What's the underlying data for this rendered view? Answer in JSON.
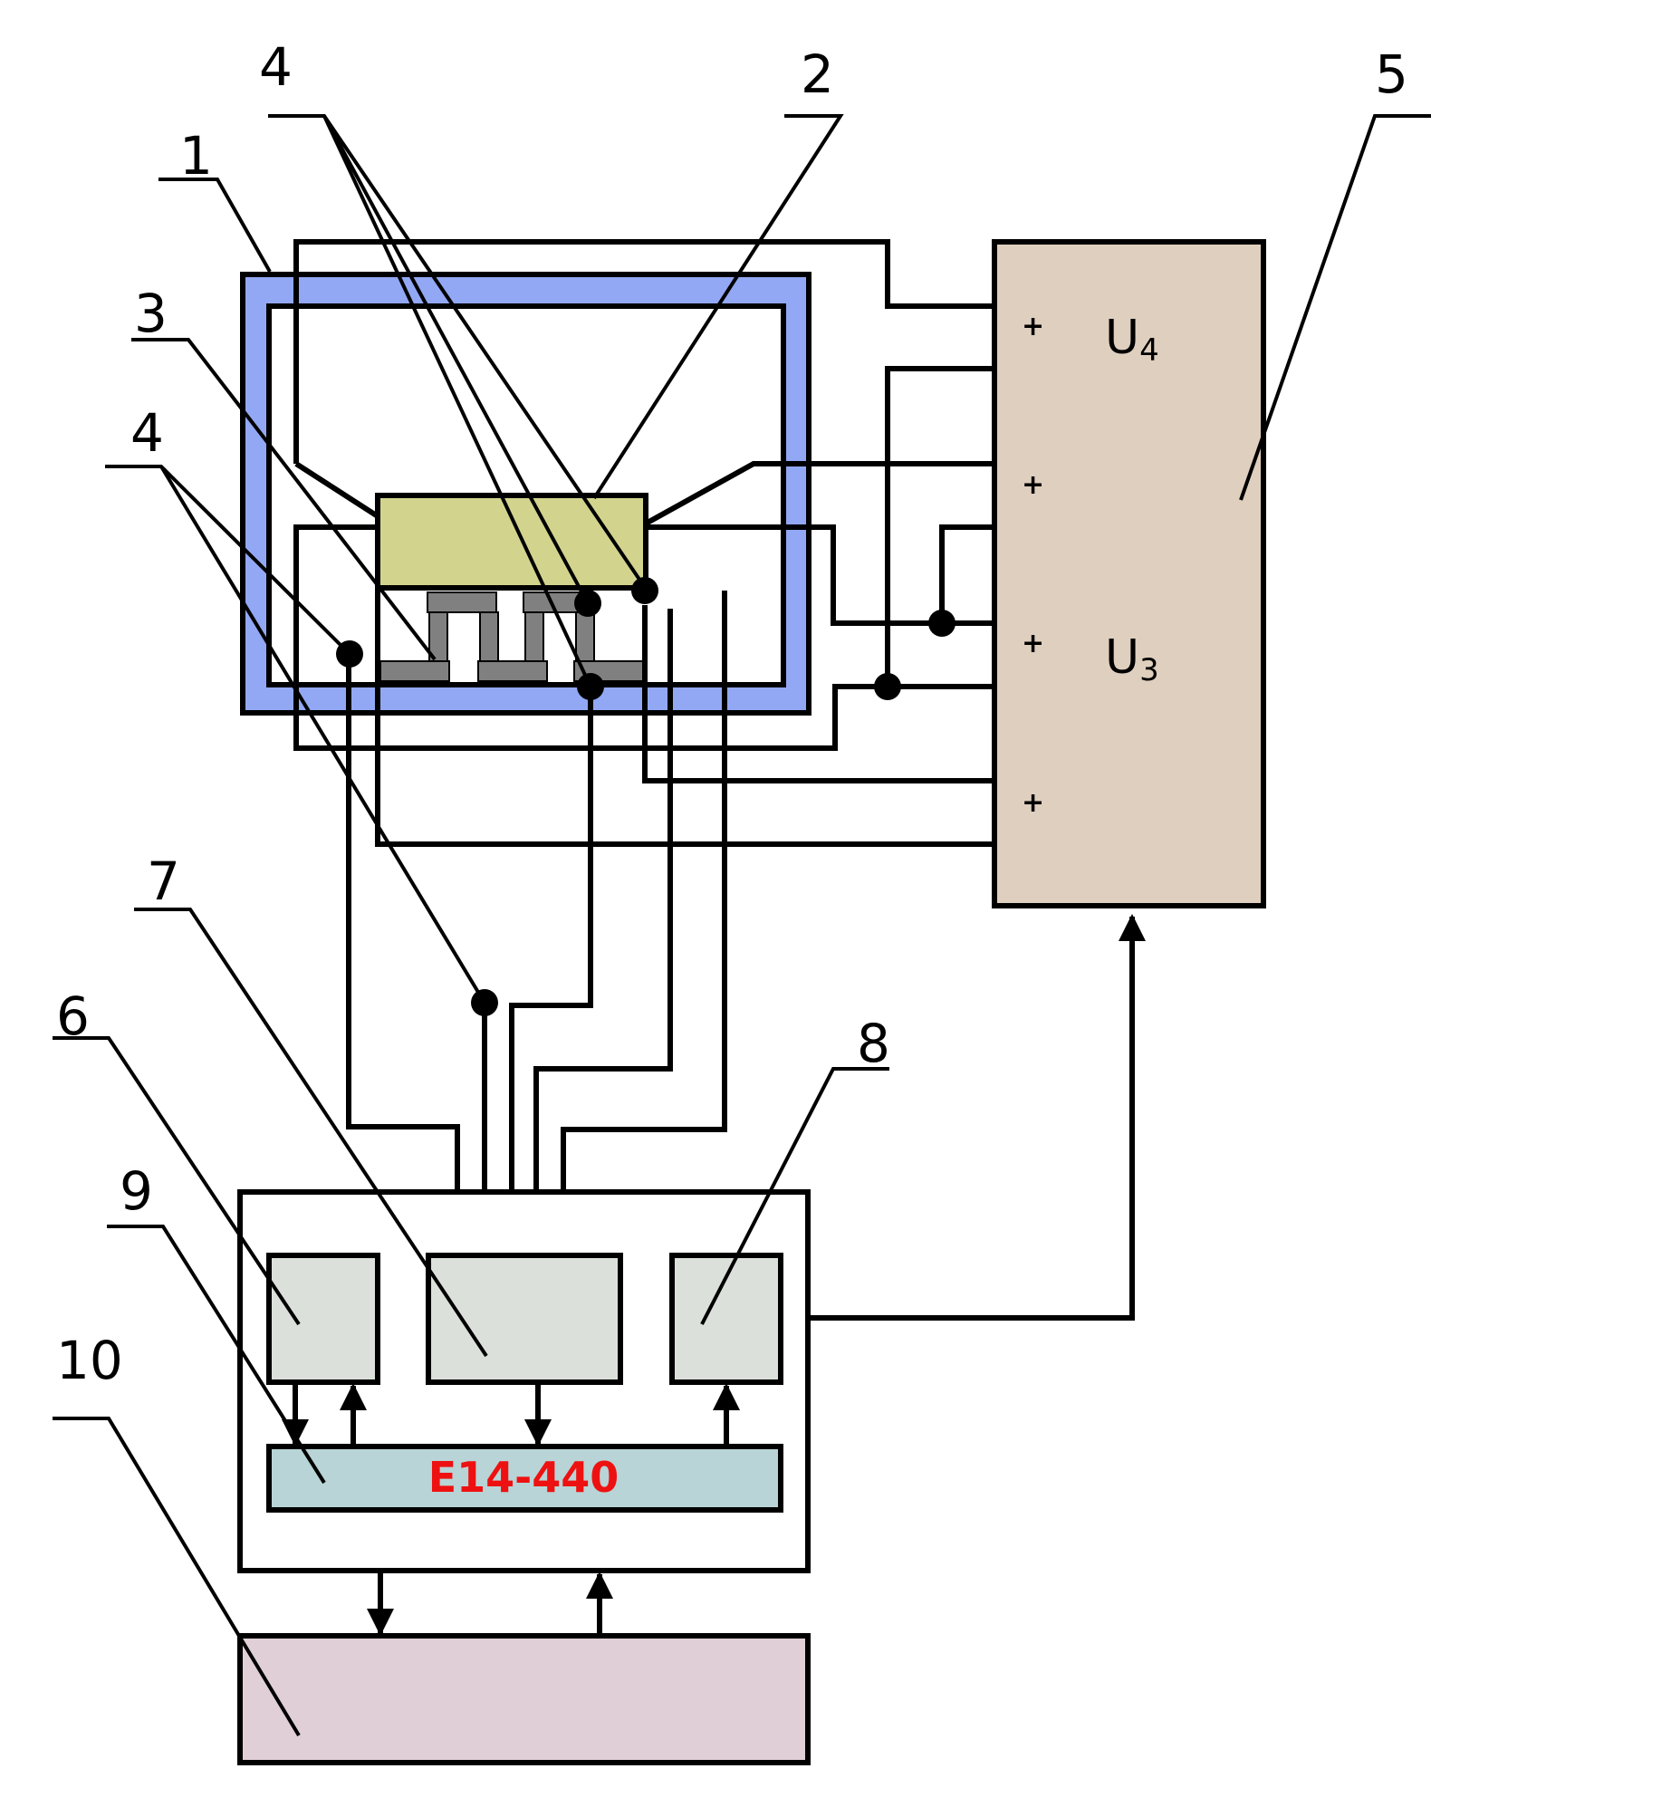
{
  "labels": {
    "n1": "1",
    "n2": "2",
    "n3": "3",
    "n4a": "4",
    "n4b": "4",
    "n5": "5",
    "n6": "6",
    "n7": "7",
    "n8": "8",
    "n9": "9",
    "n10": "10"
  },
  "power_supply": {
    "u4_main": "U",
    "u4_sub": "4",
    "u3_main": "U",
    "u3_sub": "3",
    "plus": "+"
  },
  "adc_module": {
    "label": "E14-440"
  },
  "colors": {
    "chamber_frame": "#92a8f4",
    "heater_block": "#d2d48e",
    "power_supply": "#dfcfbe",
    "sub_block": "#dce0db",
    "adc_bar": "#b8d4d6",
    "computer": "#e0cfd7",
    "adc_text": "#ee1111",
    "electrode": "#808080"
  }
}
